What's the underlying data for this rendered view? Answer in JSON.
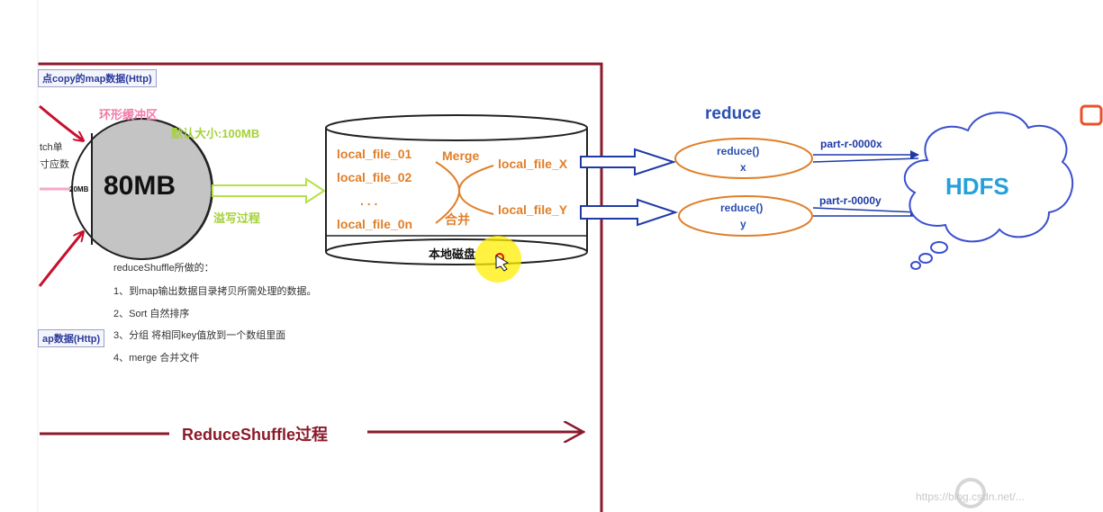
{
  "left_fragments": {
    "top_tag": "点copy的map数据(Http)",
    "side_text_1": "tch单",
    "side_text_2": "寸应数",
    "bottom_tag": "ap数据(Http)"
  },
  "buffer": {
    "title": "环形缓冲区",
    "default_size": "默认大小:100MB",
    "size_label": "80MB",
    "small_label": "20MB",
    "spill_label": "溢写过程"
  },
  "disk": {
    "files_left": [
      "local_file_01",
      "local_file_02",
      ". . .",
      "local_file_0n"
    ],
    "merge_label": "Merge",
    "merge_cn": "合并",
    "files_right": [
      "local_file_X",
      "local_file_Y"
    ],
    "label": "本地磁盘"
  },
  "steps": {
    "title": "reduceShuffle所做的：",
    "items": [
      "1、到map输出数据目录拷贝所需处理的数据。",
      "2、Sort  自然排序",
      "3、分组   将相同key值放到一个数组里面",
      "4、merge  合并文件"
    ]
  },
  "process_label": "ReduceShuffle过程",
  "reduce": {
    "title": "reduce",
    "nodes": [
      {
        "line1": "reduce()",
        "line2": "x",
        "output": "part-r-0000x"
      },
      {
        "line1": "reduce()",
        "line2": "y",
        "output": "part-r-0000y"
      }
    ]
  },
  "hdfs_label": "HDFS",
  "watermark": "https://blog.csdn.net/...",
  "colors": {
    "frame": "#8b1a2b",
    "arrow_red": "#c8102e",
    "arrow_blue": "#1f3aa8",
    "spill_arrow": "#b6e04a",
    "cloud": "#3a4fcf",
    "reduce_ellipse": "#e07f2a",
    "hdfs_text": "#26a0da"
  }
}
